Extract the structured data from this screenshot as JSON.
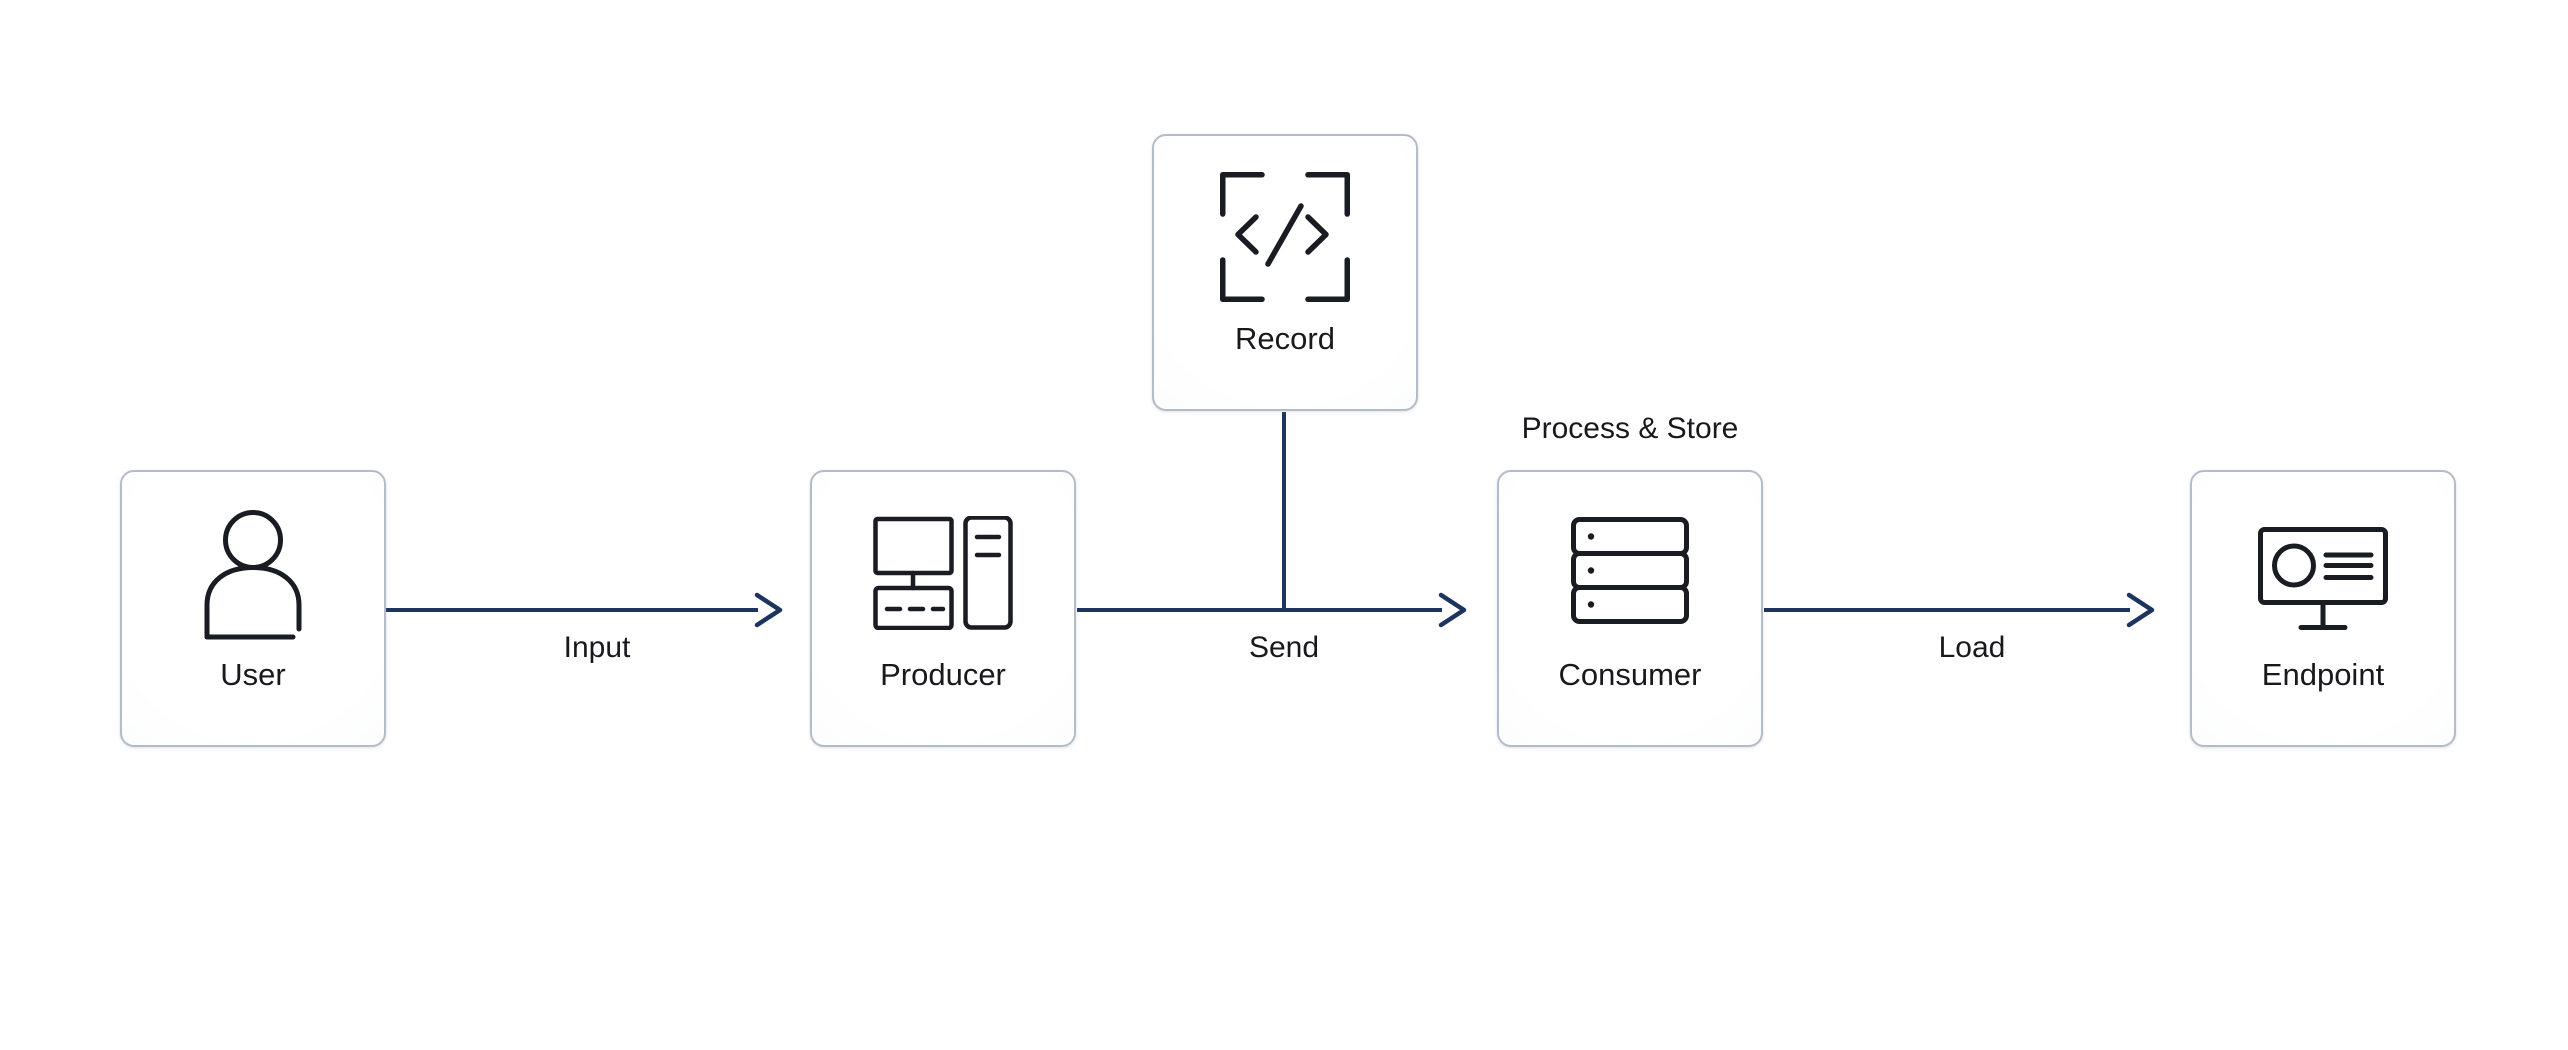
{
  "diagram": {
    "nodes": {
      "user": {
        "label": "User",
        "icon": "person-icon"
      },
      "producer": {
        "label": "Producer",
        "icon": "workstation-icon"
      },
      "record": {
        "label": "Record",
        "icon": "code-brackets-icon"
      },
      "consumer": {
        "label": "Consumer",
        "icon": "server-stack-icon"
      },
      "endpoint": {
        "label": "Endpoint",
        "icon": "monitor-dashboard-icon"
      }
    },
    "edges": {
      "input": {
        "from": "User",
        "to": "Producer",
        "label": "Input"
      },
      "send": {
        "from": "Producer",
        "to": "Consumer",
        "label": "Send"
      },
      "load": {
        "from": "Consumer",
        "to": "Endpoint",
        "label": "Load"
      },
      "record_send": {
        "from": "Record",
        "to": "Send edge",
        "label": ""
      }
    },
    "annotations": {
      "process_store": {
        "text": "Process & Store"
      }
    },
    "colors": {
      "edge": "#1d3360",
      "node_border": "#b4bcc9",
      "node_fill_center": "#ffffff",
      "node_fill_edge": "#f4f6f8",
      "icon_stroke": "#1a1c23",
      "text": "#18191d",
      "background": "#ffffff"
    }
  }
}
